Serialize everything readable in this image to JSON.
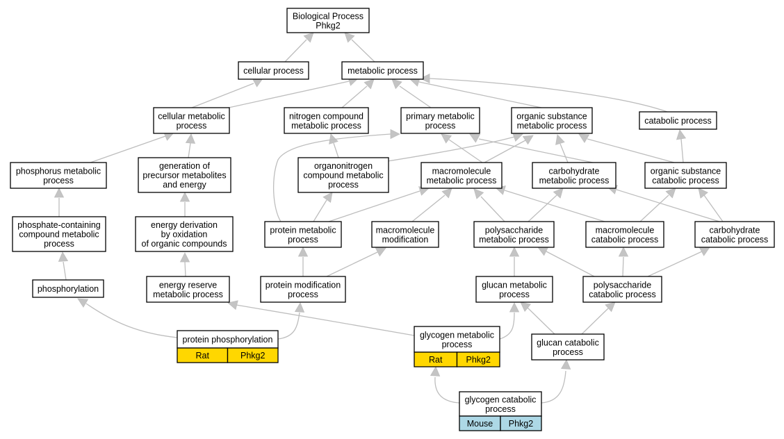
{
  "colors": {
    "rat": "#ffd700",
    "mouse": "#add8e6",
    "edge": "#bdbdbd",
    "edge_head": "#c4c4c4"
  },
  "nodes": [
    {
      "id": "root",
      "lines": [
        "Biological Process",
        "Phkg2"
      ]
    },
    {
      "id": "cellular",
      "lines": [
        "cellular process"
      ]
    },
    {
      "id": "metabolic",
      "lines": [
        "metabolic process"
      ]
    },
    {
      "id": "cellmet",
      "lines": [
        "cellular metabolic",
        "process"
      ]
    },
    {
      "id": "nitrogen",
      "lines": [
        "nitrogen compound",
        "metabolic process"
      ]
    },
    {
      "id": "primary",
      "lines": [
        "primary metabolic",
        "process"
      ]
    },
    {
      "id": "orgsub",
      "lines": [
        "organic substance",
        "metabolic process"
      ]
    },
    {
      "id": "catabolic",
      "lines": [
        "catabolic process"
      ]
    },
    {
      "id": "phosmet",
      "lines": [
        "phosphorus metabolic",
        "process"
      ]
    },
    {
      "id": "genprec",
      "lines": [
        "generation of",
        "precursor metabolites",
        "and energy"
      ]
    },
    {
      "id": "organonit",
      "lines": [
        "organonitrogen",
        "compound metabolic",
        "process"
      ]
    },
    {
      "id": "macromet",
      "lines": [
        "macromolecule",
        "metabolic process"
      ]
    },
    {
      "id": "carbmet",
      "lines": [
        "carbohydrate",
        "metabolic process"
      ]
    },
    {
      "id": "orgsubcat",
      "lines": [
        "organic substance",
        "catabolic process"
      ]
    },
    {
      "id": "phosphcont",
      "lines": [
        "phosphate-containing",
        "compound metabolic",
        "process"
      ]
    },
    {
      "id": "energyderiv",
      "lines": [
        "energy derivation",
        "by oxidation",
        "of organic compounds"
      ]
    },
    {
      "id": "protmet",
      "lines": [
        "protein metabolic",
        "process"
      ]
    },
    {
      "id": "macromod",
      "lines": [
        "macromolecule",
        "modification"
      ]
    },
    {
      "id": "polysacmet",
      "lines": [
        "polysaccharide",
        "metabolic process"
      ]
    },
    {
      "id": "macrocat",
      "lines": [
        "macromolecule",
        "catabolic process"
      ]
    },
    {
      "id": "carbcat",
      "lines": [
        "carbohydrate",
        "catabolic process"
      ]
    },
    {
      "id": "phosphorylation",
      "lines": [
        "phosphorylation"
      ]
    },
    {
      "id": "energyres",
      "lines": [
        "energy reserve",
        "metabolic process"
      ]
    },
    {
      "id": "protmod",
      "lines": [
        "protein modification",
        "process"
      ]
    },
    {
      "id": "glucanmet",
      "lines": [
        "glucan metabolic",
        "process"
      ]
    },
    {
      "id": "polysaccat",
      "lines": [
        "polysaccharide",
        "catabolic process"
      ]
    },
    {
      "id": "protphos",
      "lines": [
        "protein phosphorylation"
      ],
      "annotations": [
        {
          "label": "Rat",
          "color": "#ffd700"
        },
        {
          "label": "Phkg2",
          "color": "#ffd700"
        }
      ]
    },
    {
      "id": "glycmet",
      "lines": [
        "glycogen metabolic",
        "process"
      ],
      "annotations": [
        {
          "label": "Rat",
          "color": "#ffd700"
        },
        {
          "label": "Phkg2",
          "color": "#ffd700"
        }
      ]
    },
    {
      "id": "glucancat",
      "lines": [
        "glucan catabolic",
        "process"
      ]
    },
    {
      "id": "glyccat",
      "lines": [
        "glycogen catabolic",
        "process"
      ],
      "annotations": [
        {
          "label": "Mouse",
          "color": "#add8e6"
        },
        {
          "label": "Phkg2",
          "color": "#add8e6"
        }
      ]
    }
  ],
  "edges": [
    [
      "cellular",
      "root"
    ],
    [
      "metabolic",
      "root"
    ],
    [
      "cellmet",
      "cellular"
    ],
    [
      "cellmet",
      "metabolic"
    ],
    [
      "nitrogen",
      "metabolic"
    ],
    [
      "primary",
      "metabolic"
    ],
    [
      "orgsub",
      "metabolic"
    ],
    [
      "catabolic",
      "metabolic"
    ],
    [
      "phosmet",
      "cellmet"
    ],
    [
      "genprec",
      "cellmet"
    ],
    [
      "organonit",
      "nitrogen"
    ],
    [
      "organonit",
      "orgsub"
    ],
    [
      "macromet",
      "primary"
    ],
    [
      "macromet",
      "orgsub"
    ],
    [
      "carbmet",
      "primary"
    ],
    [
      "carbmet",
      "orgsub"
    ],
    [
      "orgsubcat",
      "orgsub"
    ],
    [
      "orgsubcat",
      "catabolic"
    ],
    [
      "phosphcont",
      "phosmet"
    ],
    [
      "energyderiv",
      "genprec"
    ],
    [
      "protmet",
      "primary"
    ],
    [
      "protmet",
      "organonit"
    ],
    [
      "protmet",
      "macromet"
    ],
    [
      "macromod",
      "macromet"
    ],
    [
      "polysacmet",
      "macromet"
    ],
    [
      "polysacmet",
      "carbmet"
    ],
    [
      "macrocat",
      "macromet"
    ],
    [
      "macrocat",
      "orgsubcat"
    ],
    [
      "carbcat",
      "carbmet"
    ],
    [
      "carbcat",
      "orgsubcat"
    ],
    [
      "phosphorylation",
      "phosphcont"
    ],
    [
      "energyres",
      "energyderiv"
    ],
    [
      "protmod",
      "protmet"
    ],
    [
      "protmod",
      "macromod"
    ],
    [
      "glucanmet",
      "polysacmet"
    ],
    [
      "polysaccat",
      "polysacmet"
    ],
    [
      "polysaccat",
      "macrocat"
    ],
    [
      "polysaccat",
      "carbcat"
    ],
    [
      "protphos",
      "phosphorylation"
    ],
    [
      "protphos",
      "protmod"
    ],
    [
      "glycmet",
      "energyres"
    ],
    [
      "glycmet",
      "glucanmet"
    ],
    [
      "glucancat",
      "glucanmet"
    ],
    [
      "glucancat",
      "polysaccat"
    ],
    [
      "glyccat",
      "glycmet"
    ],
    [
      "glyccat",
      "glucancat"
    ]
  ]
}
